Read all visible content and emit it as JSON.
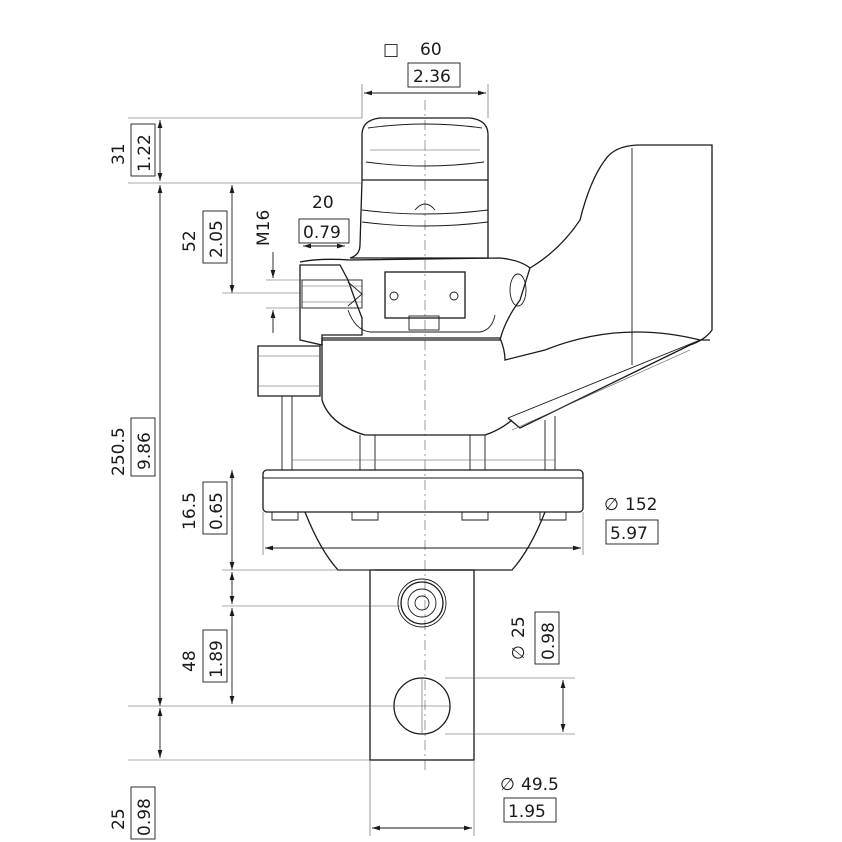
{
  "drawing": {
    "top_square_symbol": "□",
    "top_width_mm": "60",
    "top_width_in": "2.36",
    "cap_height_mm": "31",
    "cap_height_in": "1.22",
    "port_height_mm": "52",
    "port_height_in": "2.05",
    "thread": "M16",
    "thread_len_mm": "20",
    "thread_len_in": "0.79",
    "total_height_mm": "250.5",
    "total_height_in": "9.86",
    "flange_height_mm": "16.5",
    "flange_height_in": "0.65",
    "flange_dia_symbol": "∅",
    "flange_dia_mm": "152",
    "flange_dia_in": "5.97",
    "shaft_len_mm": "48",
    "shaft_len_in": "1.89",
    "hole_dia_symbol": "∅",
    "hole_dia_mm": "25",
    "hole_dia_in": "0.98",
    "bottom_len_mm": "25",
    "bottom_len_in": "0.98",
    "shaft_dia_symbol": "∅",
    "shaft_dia_mm": "49.5",
    "shaft_dia_in": "1.95"
  }
}
